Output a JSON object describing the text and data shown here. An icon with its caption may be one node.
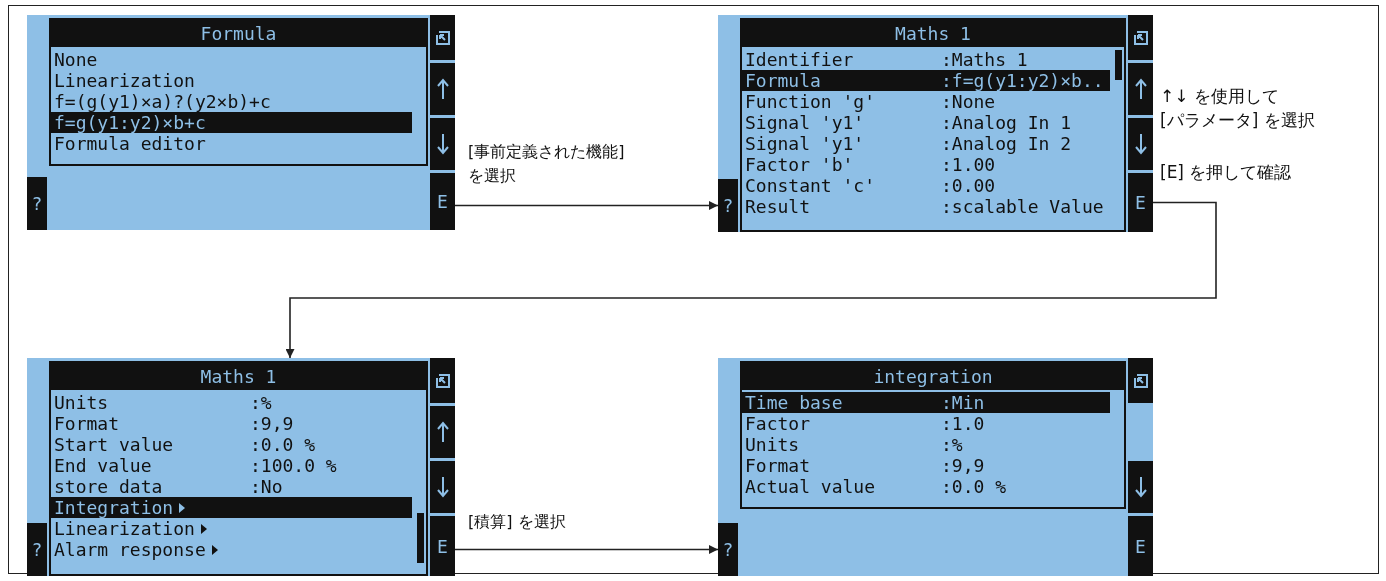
{
  "diagram": {
    "nodes": [
      {
        "text": [
          "Formula",
          "None",
          "Linearization",
          "f=(g(y1)×a)?(y2×b)+c",
          "f=g(y1:y2)×b+c",
          "Formula editor"
        ]
      },
      {
        "text": [
          "?"
        ],
        "in": 0
      },
      {
        "text": [
          "E"
        ],
        "in": 0
      },
      {
        "text": [
          "Maths 1",
          "Identifier",
          ":Maths 1",
          "Formula",
          ":f=g(y1:y2)×b..",
          "Function 'g'",
          ":None",
          "Signal 'y1'",
          ":Analog In 1",
          "Signal 'y1'",
          ":Analog In 2",
          "Factor 'b'",
          ":1.00",
          "Constant 'c'",
          ":0.00",
          "Result",
          ":scalable Value"
        ]
      },
      {
        "text": [
          "?"
        ],
        "in": 3
      },
      {
        "text": [
          "E"
        ],
        "in": 3
      },
      {
        "text": [
          "Maths 1",
          "Units",
          ":%",
          "Format",
          ":9,9",
          "Start value",
          ":0.0 %",
          "End value",
          ":100.0 %",
          "store data",
          ":No",
          "Integration",
          "Linearization",
          "Alarm response"
        ]
      },
      {
        "text": [
          "?"
        ],
        "in": 6
      },
      {
        "text": [
          "E"
        ],
        "in": 6
      },
      {
        "text": [
          "integration",
          "Time base",
          ":Min",
          "Factor",
          ":1.0",
          "Units",
          ":%",
          "Format",
          ":9,9",
          "Actual value",
          ":0.0 %"
        ]
      },
      {
        "text": [
          "?"
        ],
        "in": 9
      },
      {
        "text": [
          "E"
        ],
        "in": 9
      }
    ],
    "edges": [
      {
        "from": 2,
        "to": 4,
        "arrow": "to",
        "label": "[事前定義された機能] を選択"
      },
      {
        "from": 5,
        "to": 6,
        "arrow": "to"
      },
      {
        "from": 8,
        "to": 10,
        "arrow": "to",
        "label": "[積算] を選択"
      }
    ],
    "labels": [
      "↑↓ を使用して [パラメータ] を選択",
      "[E] を押して確認"
    ]
  }
}
